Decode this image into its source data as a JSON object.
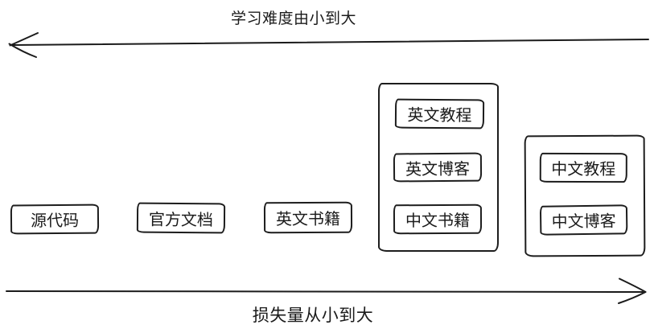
{
  "axes": {
    "top": {
      "label": "学习难度由小到大",
      "direction": "left"
    },
    "bottom": {
      "label": "损失量从小到大",
      "direction": "right"
    }
  },
  "nodes": [
    {
      "label": "源代码"
    },
    {
      "label": "官方文档"
    },
    {
      "label": "英文书籍"
    }
  ],
  "groups": [
    {
      "items": [
        {
          "label": "英文教程"
        },
        {
          "label": "英文博客"
        },
        {
          "label": "中文书籍"
        }
      ]
    },
    {
      "items": [
        {
          "label": "中文教程"
        },
        {
          "label": "中文博客"
        }
      ]
    }
  ],
  "icons": {
    "top_arrow": "arrow-left",
    "bottom_arrow": "arrow-right"
  },
  "colors": {
    "ink": "#1b1b1b",
    "background": "#ffffff"
  }
}
